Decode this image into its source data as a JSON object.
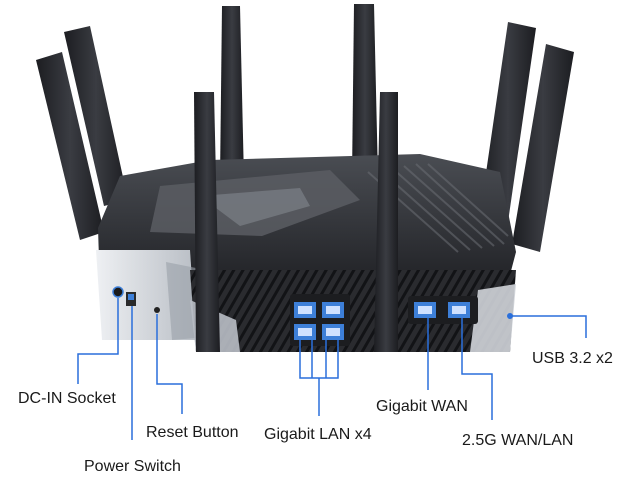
{
  "callouts": {
    "dc_in": "DC-IN Socket",
    "power": "Power Switch",
    "reset": "Reset Button",
    "lan": "Gigabit LAN x4",
    "wan": "Gigabit WAN",
    "wan25": "2.5G WAN/LAN",
    "usb": "USB 3.2 x2"
  },
  "colors": {
    "leader_line": "#2a6fdb",
    "body_dark": "#2b2d31",
    "panel_silver": "#d9dde2",
    "antenna": "#2f3136",
    "port_blue": "#3d7fd8"
  }
}
